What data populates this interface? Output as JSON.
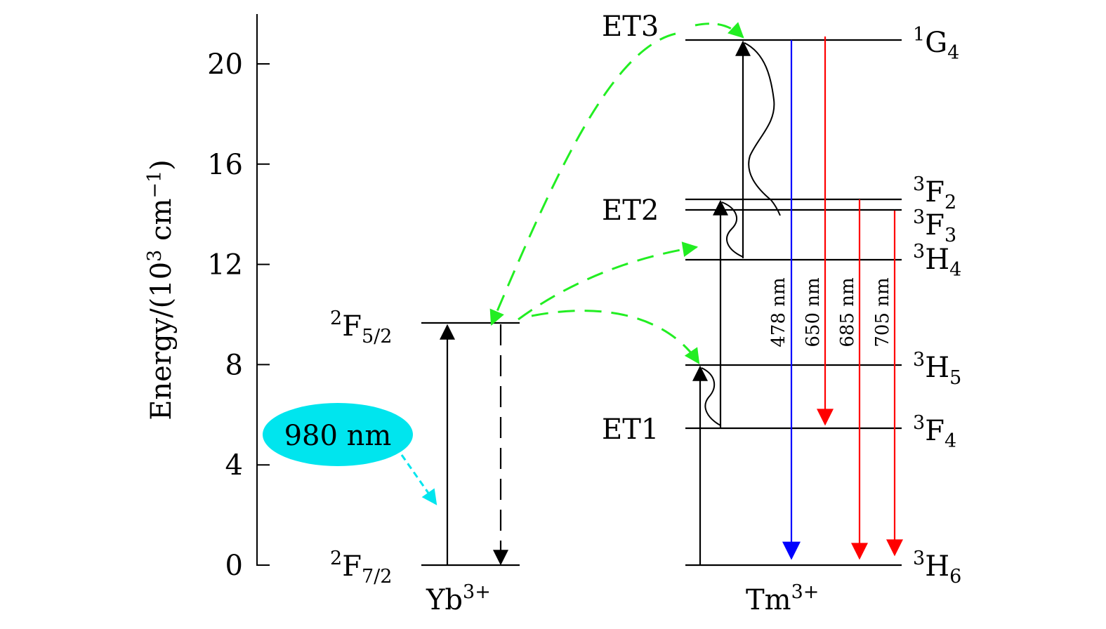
{
  "axis": {
    "ylabel_main": "Energy/(10",
    "ylabel_sup": "3",
    "ylabel_unit": " cm",
    "ylabel_unit_sup": "−1",
    "ylabel_close": ")",
    "ylim": [
      0,
      22
    ],
    "ticks": [
      "0",
      "4",
      "8",
      "12",
      "16",
      "20"
    ]
  },
  "ions": {
    "yb": {
      "name": "Yb",
      "charge": "3+"
    },
    "tm": {
      "name": "Tm",
      "charge": "3+"
    }
  },
  "yb_levels": {
    "ground": {
      "sup": "2",
      "term": "F",
      "sub": "7/2",
      "energy": 0
    },
    "excited": {
      "sup": "2",
      "term": "F",
      "sub": "5/2",
      "energy": 9.6
    }
  },
  "tm_levels": {
    "h6": {
      "sup": "3",
      "term": "H",
      "sub": "6",
      "energy": 0
    },
    "f4": {
      "sup": "3",
      "term": "F",
      "sub": "4",
      "energy": 5.4
    },
    "h5": {
      "sup": "3",
      "term": "H",
      "sub": "5",
      "energy": 8.0
    },
    "h4": {
      "sup": "3",
      "term": "H",
      "sub": "4",
      "energy": 12.2
    },
    "f3": {
      "sup": "3",
      "term": "F",
      "sub": "3",
      "energy": 14.2
    },
    "f2": {
      "sup": "3",
      "term": "F",
      "sub": "2",
      "energy": 14.6
    },
    "g4": {
      "sup": "1",
      "term": "G",
      "sub": "4",
      "energy": 21.0
    }
  },
  "transfers": {
    "et1": "ET1",
    "et2": "ET2",
    "et3": "ET3"
  },
  "pump": {
    "label": "980 nm",
    "color": "#00e5ee"
  },
  "emissions": [
    {
      "label": "478 nm",
      "color": "#0000ff"
    },
    {
      "label": "650 nm",
      "color": "#ff0000"
    },
    {
      "label": "685 nm",
      "color": "#ff0000"
    },
    {
      "label": "705 nm",
      "color": "#ff0000"
    }
  ],
  "colors": {
    "transfer": "#22ee22",
    "pump": "#00e5ee",
    "blue": "#0000ff",
    "red": "#ff0000"
  }
}
